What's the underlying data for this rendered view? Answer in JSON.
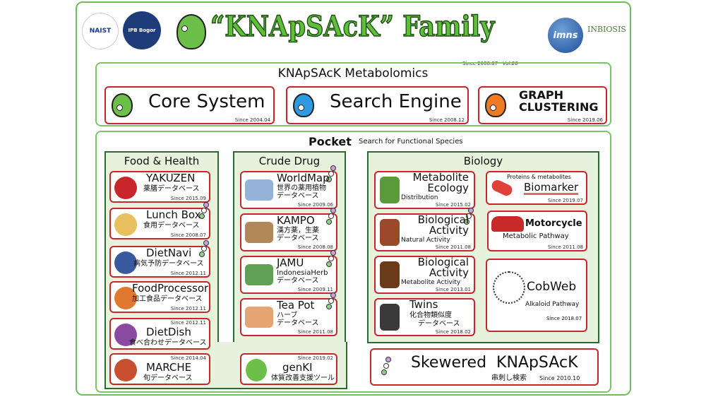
{
  "header": {
    "title": "“KNApSAcK” Family",
    "since": "Since 2008.07",
    "version": "Vol.20",
    "logos": [
      "NAIST",
      "IPB Bogor",
      "imns",
      "INBIOSIS"
    ]
  },
  "metabolomics": {
    "title": "KNApSAcK Metabolomics",
    "cards": [
      {
        "label": "Core System",
        "since": "Since 2004.04"
      },
      {
        "label": "Search Engine",
        "since": "Since 2008.12"
      },
      {
        "label_line1": "GRAPH",
        "label_line2": "CLUSTERING",
        "since": "Since 2019.06"
      }
    ]
  },
  "pocket": {
    "title": "Pocket",
    "subtitle": "Search for Functional Species",
    "food": {
      "title": "Food & Health",
      "cards": [
        {
          "label": "YAKUZEN",
          "jp": "薬膳データベース",
          "since": "Since 2015.09"
        },
        {
          "label": "Lunch Box",
          "jp": "食用データベース",
          "since": "Since 2008.07"
        },
        {
          "label": "DietNavi",
          "jp": "病気予防データベース",
          "since": "Since 2012.11"
        },
        {
          "label": "FoodProcessor",
          "jp": "加工食品データベース",
          "since": "Since 2012.11"
        },
        {
          "label": "DietDish",
          "jp": "食べ合わせデータベース",
          "since": "Since 2012.11"
        },
        {
          "label": "MARCHE",
          "jp": "旬データベース",
          "since": "Since 2014.04"
        }
      ]
    },
    "crude": {
      "title": "Crude Drug",
      "cards": [
        {
          "label": "WorldMap",
          "jp1": "世界の薬用植物",
          "jp2": "データベース",
          "since": "Since 2009.06"
        },
        {
          "label": "KAMPO",
          "jp1": "漢方薬，生薬",
          "jp2": "データベース",
          "since": "Since 2008.08"
        },
        {
          "label": "JAMU",
          "jp1": "IndonesiaHerb",
          "jp2": "データベース",
          "since": "Since 2009.11"
        },
        {
          "label": "Tea Pot",
          "jp1": "ハーブ",
          "jp2": "データベース",
          "since": "Since 2011.08"
        }
      ]
    },
    "genki": {
      "label": "genKI",
      "jp": "体質改善支援ツール",
      "since": "Since 2019.02"
    },
    "biology": {
      "title": "Biology",
      "left": [
        {
          "l1": "Metabolite",
          "l2": "Ecology",
          "sub": "Distribution",
          "since": "Since 2015.02"
        },
        {
          "l1": "Biological",
          "l2": "Activity",
          "sub": "Natural Activity",
          "since": "Since 2011.08"
        },
        {
          "l1": "Biological",
          "l2": "Activity",
          "sub": "Metabolite Activity",
          "since": "Since 2013.01"
        },
        {
          "l1": "Twins",
          "l2": "化合物類似度",
          "sub": "データベース",
          "since": "Since 2018.02"
        }
      ],
      "right": [
        {
          "top": "Proteins & metabolites",
          "label": "Biomarker",
          "since": "Since 2019.07"
        },
        {
          "label": "Motorcycle",
          "sub": "Metabolic Pathway",
          "since": "Since 2011.08"
        },
        {
          "label": "CobWeb",
          "sub": "Alkaloid Pathway",
          "since": "Since 2018.07"
        }
      ]
    },
    "skewered": {
      "label": "Skewered  KNApSAcK",
      "jp": "串刺し検索",
      "since": "Since 2010.10"
    }
  },
  "colors": {
    "frame": "#6cbf5a",
    "card_border": "#c8262a",
    "category_bg": "#e6f2dc",
    "title_green": "#5fbf3a"
  }
}
